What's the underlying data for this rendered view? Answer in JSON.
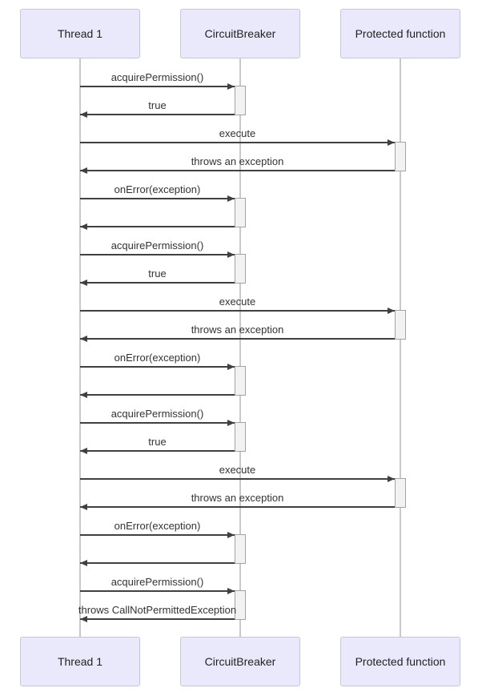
{
  "diagram": {
    "type": "sequence-diagram",
    "actors": [
      {
        "id": "thread1",
        "label": "Thread 1"
      },
      {
        "id": "circuitbreaker",
        "label": "CircuitBreaker"
      },
      {
        "id": "protected",
        "label": "Protected function"
      }
    ],
    "messages": [
      {
        "from": "thread1",
        "to": "circuitbreaker",
        "label": "acquirePermission()",
        "kind": "call"
      },
      {
        "from": "circuitbreaker",
        "to": "thread1",
        "label": "true",
        "kind": "return"
      },
      {
        "from": "thread1",
        "to": "protected",
        "label": "execute",
        "kind": "call"
      },
      {
        "from": "protected",
        "to": "thread1",
        "label": "throws an exception",
        "kind": "return"
      },
      {
        "from": "thread1",
        "to": "circuitbreaker",
        "label": "onError(exception)",
        "kind": "call"
      },
      {
        "from": "circuitbreaker",
        "to": "thread1",
        "label": "",
        "kind": "return"
      },
      {
        "from": "thread1",
        "to": "circuitbreaker",
        "label": "acquirePermission()",
        "kind": "call"
      },
      {
        "from": "circuitbreaker",
        "to": "thread1",
        "label": "true",
        "kind": "return"
      },
      {
        "from": "thread1",
        "to": "protected",
        "label": "execute",
        "kind": "call"
      },
      {
        "from": "protected",
        "to": "thread1",
        "label": "throws an exception",
        "kind": "return"
      },
      {
        "from": "thread1",
        "to": "circuitbreaker",
        "label": "onError(exception)",
        "kind": "call"
      },
      {
        "from": "circuitbreaker",
        "to": "thread1",
        "label": "",
        "kind": "return"
      },
      {
        "from": "thread1",
        "to": "circuitbreaker",
        "label": "acquirePermission()",
        "kind": "call"
      },
      {
        "from": "circuitbreaker",
        "to": "thread1",
        "label": "true",
        "kind": "return"
      },
      {
        "from": "thread1",
        "to": "protected",
        "label": "execute",
        "kind": "call"
      },
      {
        "from": "protected",
        "to": "thread1",
        "label": "throws an exception",
        "kind": "return"
      },
      {
        "from": "thread1",
        "to": "circuitbreaker",
        "label": "onError(exception)",
        "kind": "call"
      },
      {
        "from": "circuitbreaker",
        "to": "thread1",
        "label": "",
        "kind": "return"
      },
      {
        "from": "thread1",
        "to": "circuitbreaker",
        "label": "acquirePermission()",
        "kind": "call"
      },
      {
        "from": "circuitbreaker",
        "to": "thread1",
        "label": "throws CallNotPermittedException",
        "kind": "return"
      }
    ],
    "colors": {
      "background": "#FFFFFF",
      "actor_fill": "#E9E9FB",
      "actor_border": "#C5C5E8",
      "actor_text": "#222222",
      "arrow_line": "#404040",
      "lifeline": "#C9C9C9",
      "activation_fill": "#F2F2F2",
      "activation_border": "#A3A3A3",
      "message_text": "#333333"
    }
  }
}
